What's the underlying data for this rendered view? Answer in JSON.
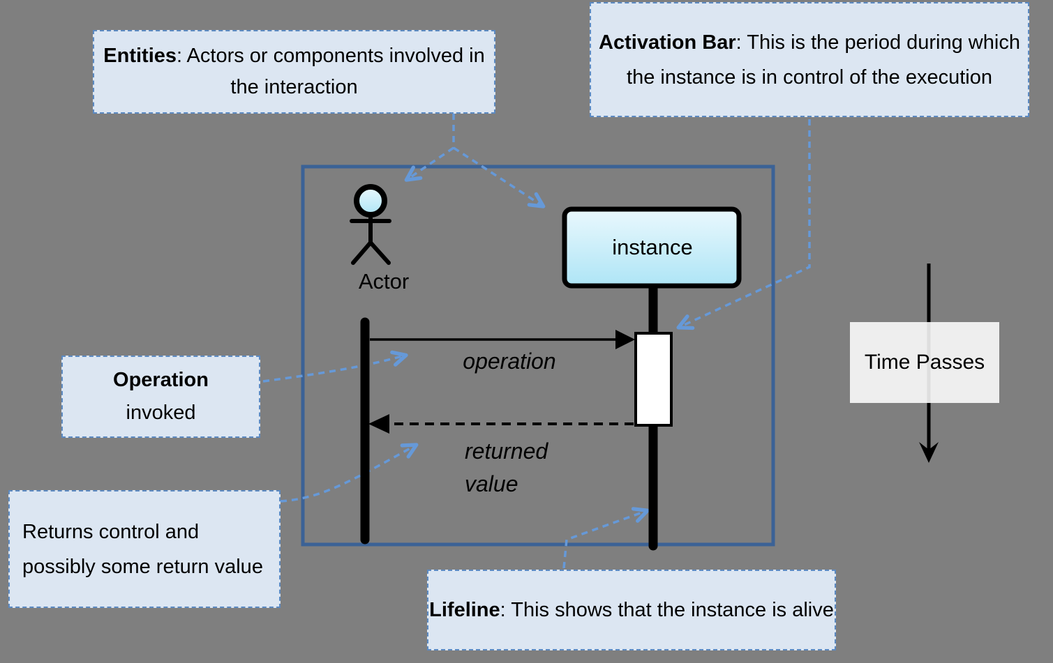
{
  "background_color": "#7f7f7f",
  "accent_colors": {
    "callout_fill": "#dce6f2",
    "callout_border": "#5c8ac2",
    "connector_blue": "#6699d8",
    "frame_border": "#3b6296",
    "instance_fill_top": "#eaf8fd",
    "instance_fill_bottom": "#aee5f6",
    "lifeline_black": "#000000",
    "time_box_fill": "#ffffff"
  },
  "callouts": {
    "entities": {
      "title": "Entities",
      "rest": ":  Actors or components involved in the interaction"
    },
    "activation_bar": {
      "title": "Activation Bar",
      "rest": ": This is the period during which the instance is in control of the execution"
    },
    "operation_invoked": {
      "title": "Operation",
      "rest": "invoked"
    },
    "returns_control": {
      "text": "Returns control and possibly some return value"
    },
    "lifeline": {
      "title": "Lifeline",
      "rest": ": This shows that the instance is alive"
    }
  },
  "diagram": {
    "actor_label": "Actor",
    "instance_label": "instance",
    "operation_label": "operation",
    "returned_value_label": "returned value"
  },
  "time_label": "Time Passes"
}
